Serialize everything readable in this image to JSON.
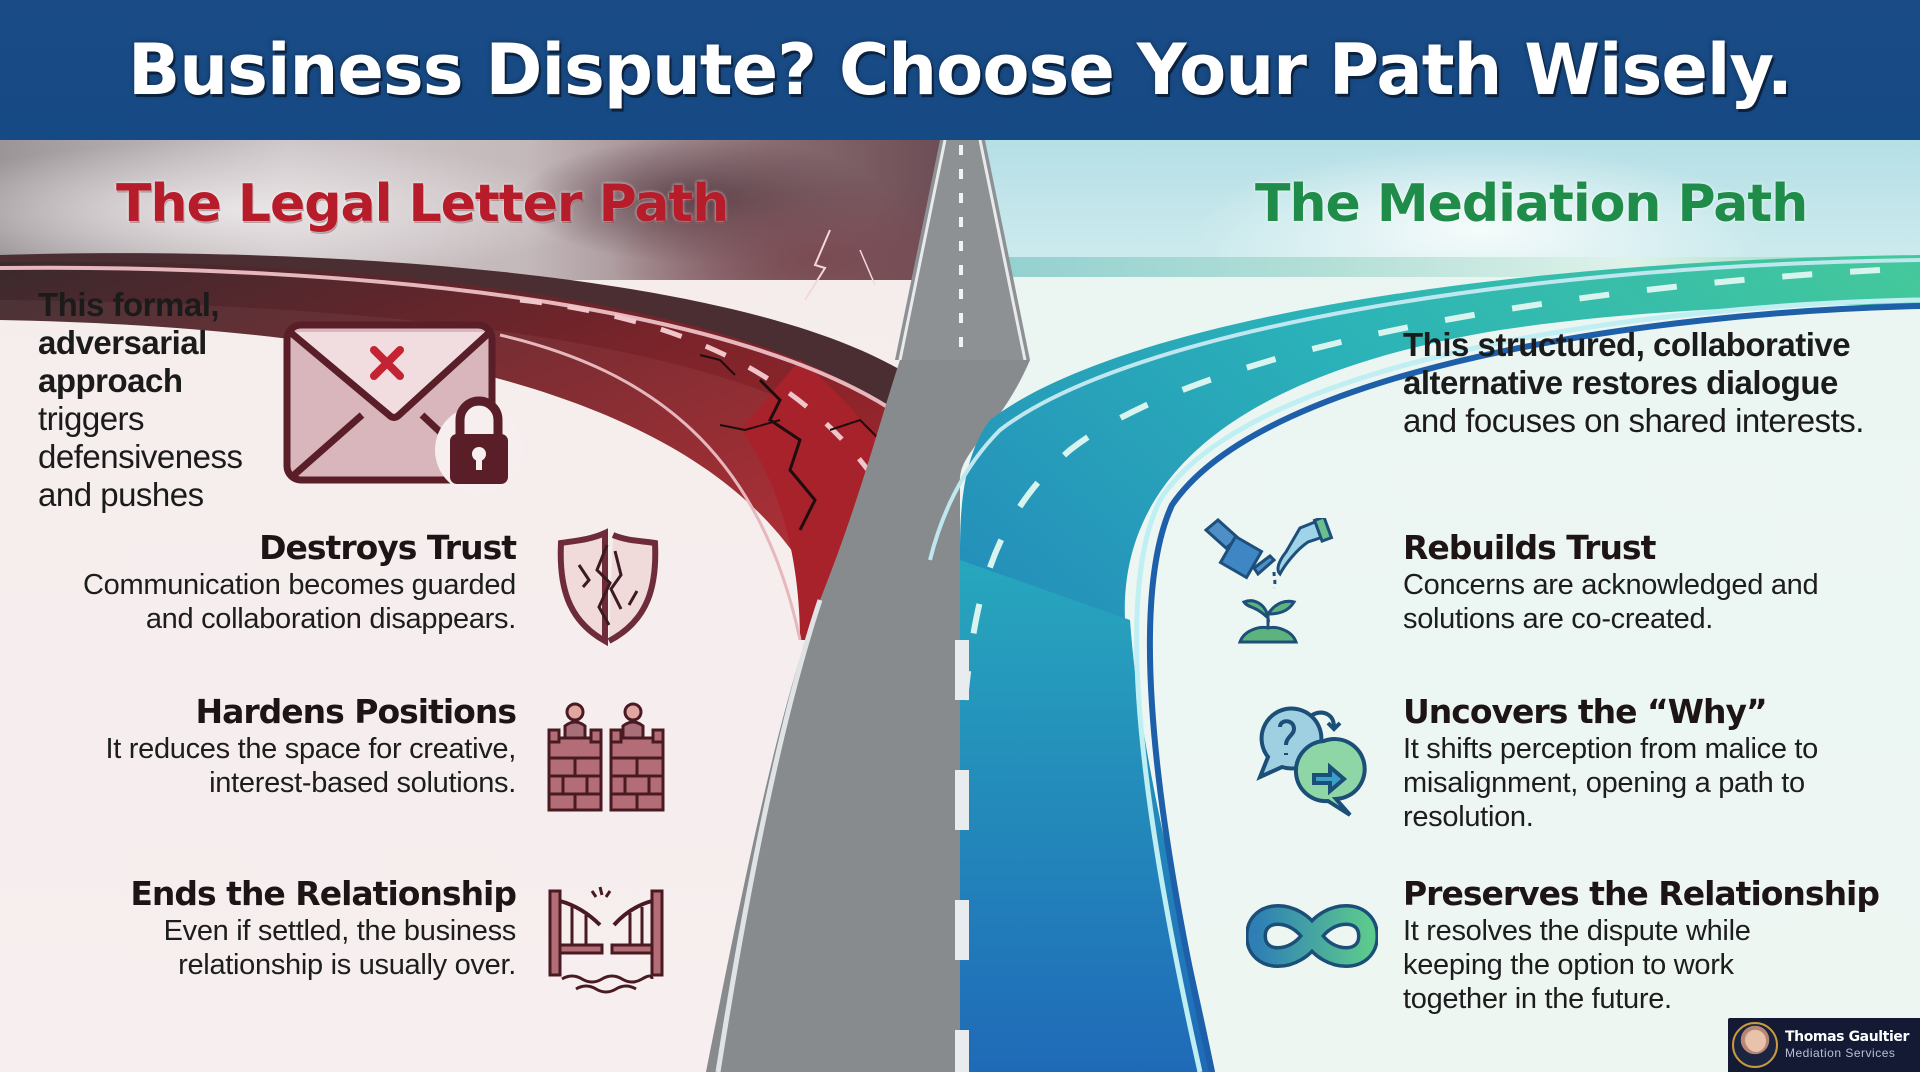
{
  "header": {
    "title": "Business Dispute? Choose Your Path Wisely."
  },
  "colors": {
    "header_bg": "#164a84",
    "legal_accent": "#b71c2a",
    "mediation_accent": "#1f8c49",
    "legal_road": "#8e1f27",
    "mediation_road": "#1f7fbf",
    "neutral_road": "#868a8c"
  },
  "legal_path": {
    "title": "The Legal Letter Path",
    "intro_bold": "This formal, adversarial approach",
    "intro_rest": "triggers defensiveness and pushes",
    "intro_icon": "envelope-x-lock-icon",
    "items": [
      {
        "heading": "Destroys Trust",
        "text": "Communication becomes guarded and collaboration disappears.",
        "icon": "broken-shield-icon"
      },
      {
        "heading": "Hardens Positions",
        "text": "It reduces the space for creative, interest-based solutions.",
        "icon": "people-behind-walls-icon"
      },
      {
        "heading": "Ends the Relationship",
        "text": "Even if settled, the business relationship is usually over.",
        "icon": "broken-bridge-icon"
      }
    ]
  },
  "mediation_path": {
    "title": "The Mediation Path",
    "intro_bold": "This structured, collaborative alternative restores dialogue",
    "intro_rest": "and focuses on shared interests.",
    "items": [
      {
        "heading": "Rebuilds Trust",
        "text": "Concerns are acknowledged and solutions are co-created.",
        "icon": "watering-plant-hands-icon"
      },
      {
        "heading": "Uncovers the “Why”",
        "text": "It shifts perception from malice to misalignment, opening a path to resolution.",
        "icon": "question-speech-bubbles-icon"
      },
      {
        "heading": "Preserves the Relationship",
        "text": "It resolves the dispute while keeping the option to work together in the future.",
        "icon": "infinity-icon"
      }
    ]
  },
  "branding": {
    "name": "Thomas Gaultier",
    "subtitle": "Mediation Services"
  }
}
